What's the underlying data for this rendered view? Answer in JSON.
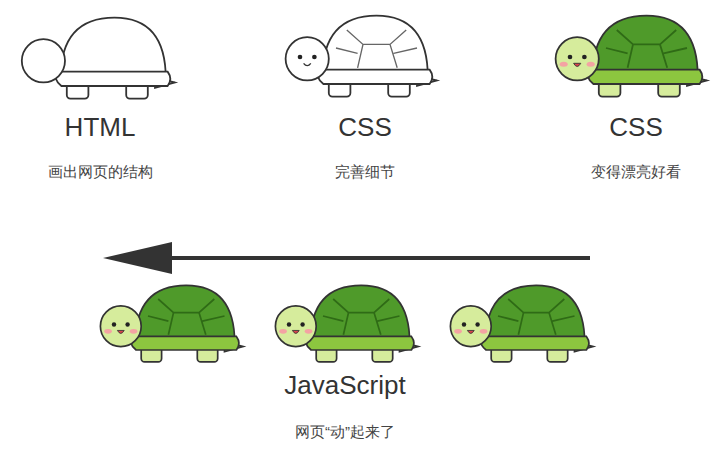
{
  "diagram": {
    "labels": [
      "HTML",
      "画出网页的结构",
      "CSS",
      "完善细节",
      "CSS",
      "变得漂亮好看",
      "JavaScript",
      "网页“动”起来了"
    ]
  }
}
